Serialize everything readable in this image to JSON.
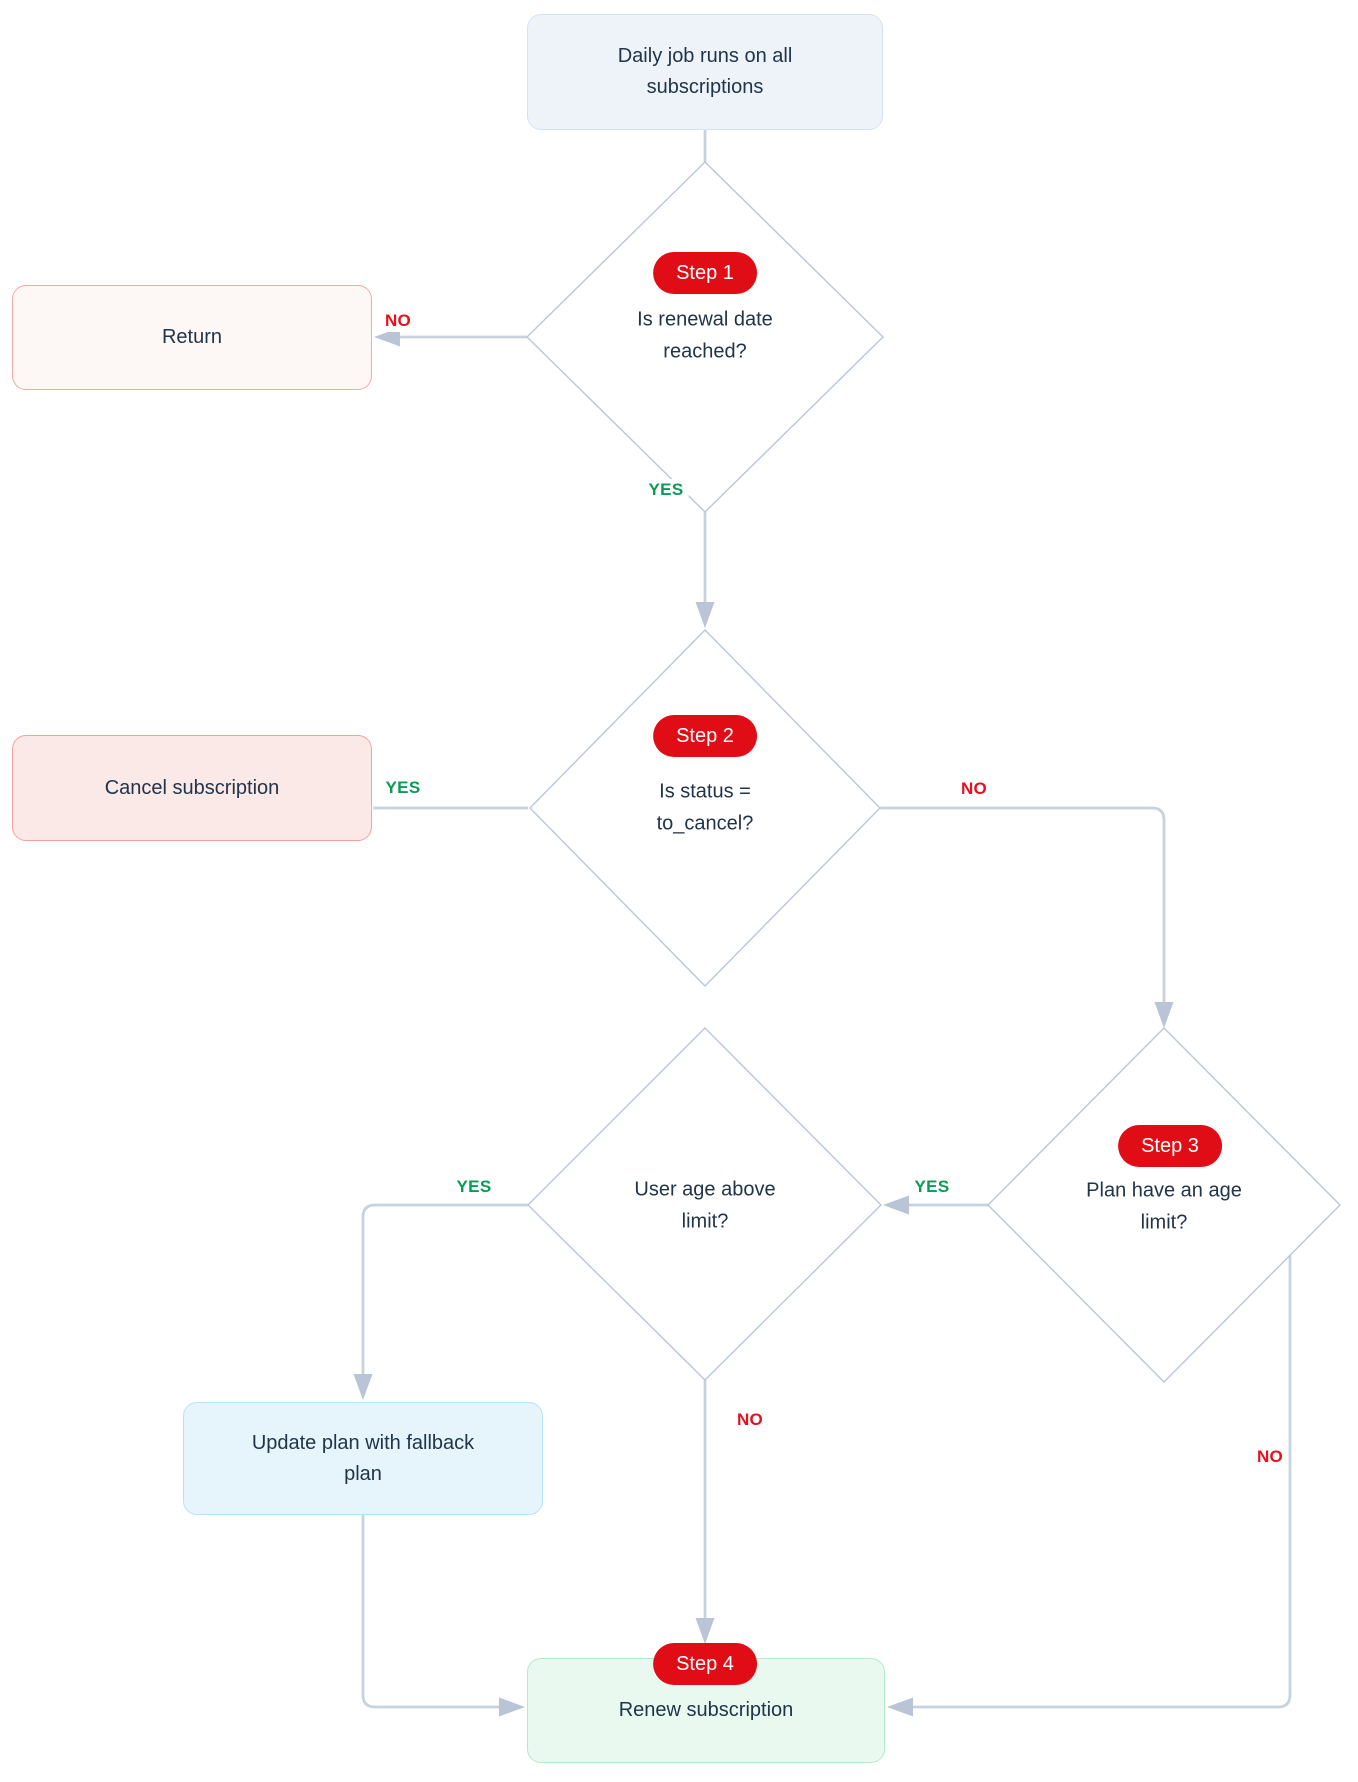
{
  "colors": {
    "badge_red": "#e00d16",
    "yes_green": "#0b9b57",
    "no_red": "#e8101e",
    "connector": "#c7d2e0",
    "arrowhead": "#b9c5d7",
    "diamond_border": "#bac7d8",
    "text_dark": "#213449",
    "start_box_bg": "#edf3f9",
    "start_box_border": "#d5e3ef",
    "return_box_bg": "#fdf8f6",
    "return_box_border": "#f8a8a3",
    "cancel_box_bg": "#fbe9e7",
    "cancel_box_border": "#f5a19c",
    "update_box_bg": "#e6f5fc",
    "update_box_border": "#b5e3f5",
    "renew_box_bg": "#e9f9f0",
    "renew_box_border": "#b2ebca"
  },
  "nodes": {
    "start": {
      "label": "Daily job runs on all subscriptions"
    },
    "step1": {
      "badge": "Step 1",
      "question": "Is renewal date reached?"
    },
    "return": {
      "label": "Return"
    },
    "step2": {
      "badge": "Step 2",
      "question": "Is status = to_cancel?"
    },
    "cancel": {
      "label": "Cancel subscription"
    },
    "step3": {
      "badge": "Step 3",
      "question": "Plan have an age limit?"
    },
    "age": {
      "question": "User age above limit?"
    },
    "update": {
      "label": "Update plan with fallback plan"
    },
    "renew": {
      "badge": "Step 4",
      "label": "Renew subscription"
    }
  },
  "edge_labels": {
    "step1_no": "NO",
    "step1_yes": "YES",
    "step2_yes": "YES",
    "step2_no": "NO",
    "step3_yes": "YES",
    "step3_no": "NO",
    "age_yes": "YES",
    "age_no": "NO"
  }
}
